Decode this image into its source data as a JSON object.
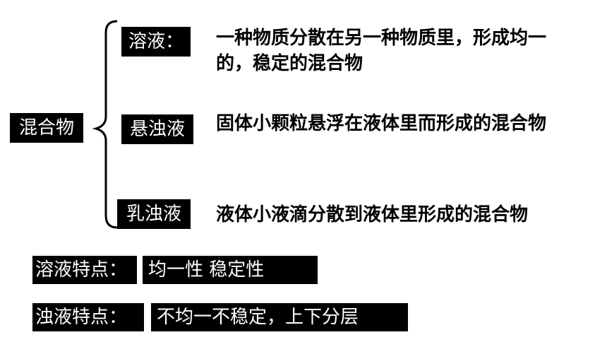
{
  "root": {
    "label": "混合物"
  },
  "branches": [
    {
      "label": "溶液：",
      "definition_line1": "一种物质分散在另一种物质里，形成均一",
      "definition_line2": "的，稳定的混合物"
    },
    {
      "label": "悬浊液",
      "definition_line1": "固体小颗粒悬浮在液体里而形成的混合物"
    },
    {
      "label": "乳浊液",
      "definition_line1": "液体小液滴分散到液体里形成的混合物"
    }
  ],
  "features": [
    {
      "label": "溶液特点：",
      "value": "均一性  稳定性"
    },
    {
      "label": "浊液特点：",
      "value": "不均一不稳定，上下分层"
    }
  ],
  "colors": {
    "box_background": "#000000",
    "box_text": "#ffffff",
    "text": "#000000"
  }
}
